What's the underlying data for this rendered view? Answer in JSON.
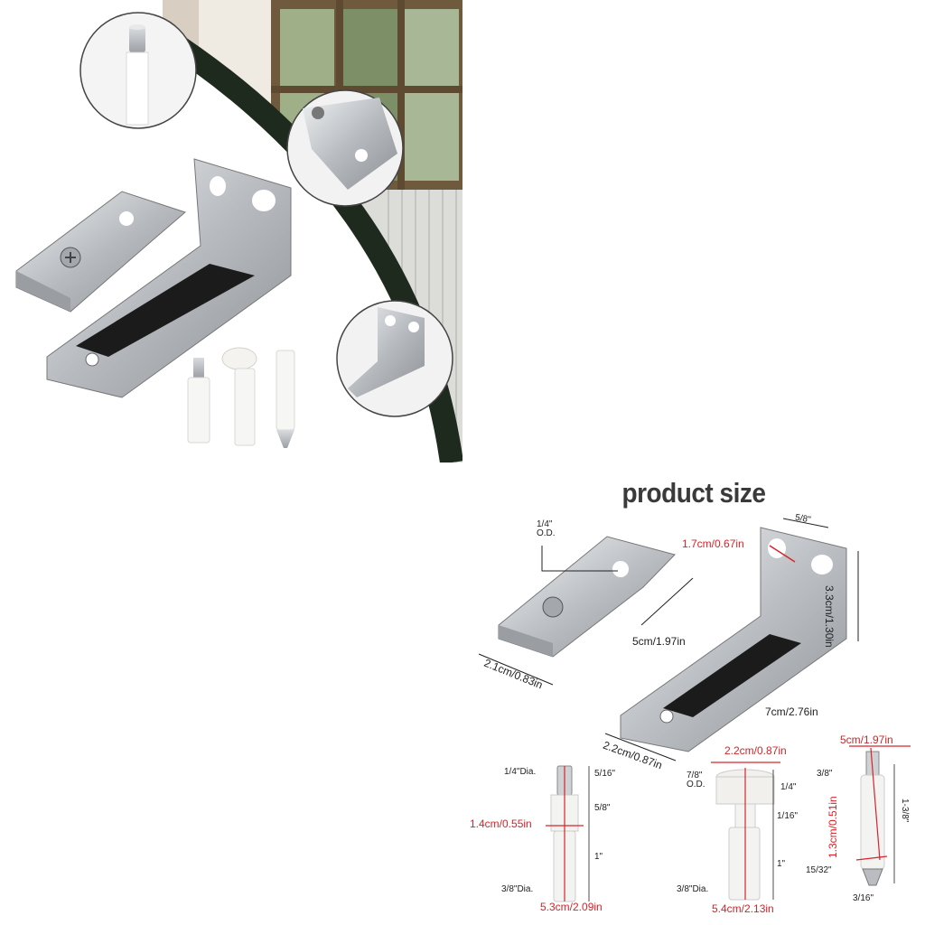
{
  "product_size": {
    "title": "product size",
    "clip": {
      "od_label": "1/4\"\nO.D.",
      "length": "5cm/1.97in",
      "width": "2.1cm/0.83in"
    },
    "bracket": {
      "hole": "1.7cm/0.67in",
      "hole_spacing": "5/8\"",
      "height": "3.3cm/1.30in",
      "length": "7cm/2.76in",
      "width": "2.2cm/0.87in"
    },
    "pin1": {
      "dia_top": "1/4\"Dia.",
      "top_len": "5/16\"",
      "mid_len": "5/8\"",
      "width": "1.4cm/0.55in",
      "bottom_len": "1\"",
      "dia_bottom": "3/8\"Dia.",
      "total": "5.3cm/2.09in"
    },
    "pin2": {
      "top": "2.2cm/0.87in",
      "od": "7/8\"\nO.D.",
      "cap_len": "1/4\"",
      "mid_len": "1/16\"",
      "bottom_len": "1\"",
      "dia_bottom": "3/8\"Dia.",
      "total": "5.4cm/2.13in"
    },
    "pin3": {
      "top": "5cm/1.97in",
      "dia_top": "3/8\"",
      "vertical": "1.3cm/0.51in",
      "total_len": "1-3/8\"",
      "dia_mid": "15/32\"",
      "dia_bottom": "3/16\""
    }
  },
  "colors": {
    "dimension_red": "#d6242a",
    "steel": "#b9bcc0",
    "nylon": "#f2f2ee",
    "frame_green": "#1f2a1f"
  }
}
